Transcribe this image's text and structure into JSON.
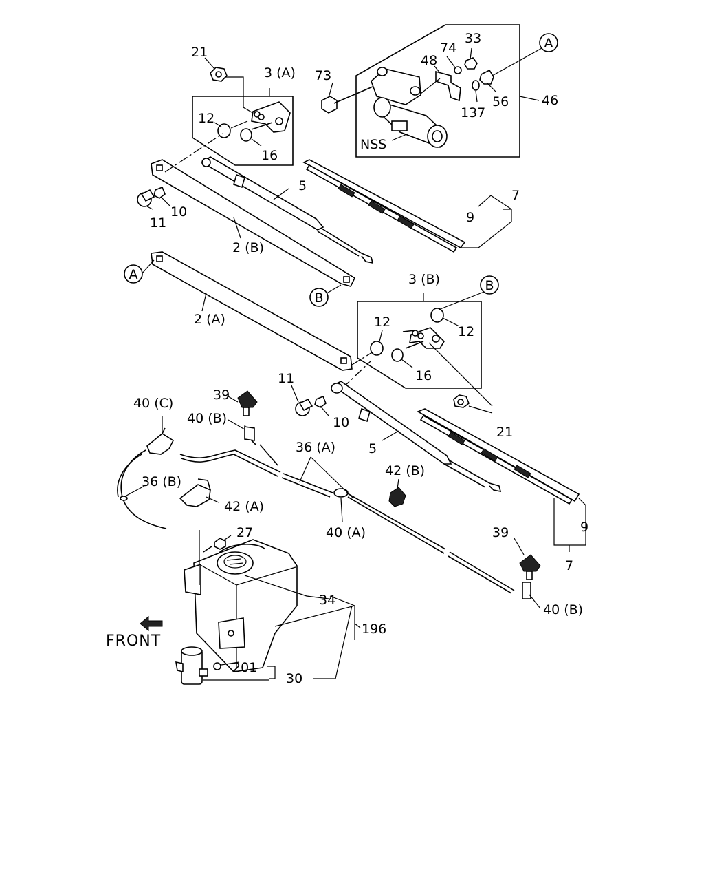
{
  "labels": {
    "l21a": "21",
    "l3a": "3 (A)",
    "l73": "73",
    "l74": "74",
    "l33": "33",
    "l48": "48",
    "l12a": "12",
    "l16a": "16",
    "lnss": "NSS",
    "l56": "56",
    "l137": "137",
    "l46": "46",
    "l5a": "5",
    "l7a": "7",
    "l9a": "9",
    "l11a": "11",
    "l10a": "10",
    "l2b": "2 (B)",
    "l2a": "2 (A)",
    "l3b": "3 (B)",
    "l12b": "12",
    "l12c": "12",
    "l16b": "16",
    "l11b": "11",
    "l10b": "10",
    "l39a": "39",
    "l40c": "40 (C)",
    "l40ba": "40 (B)",
    "l21b": "21",
    "l5b": "5",
    "l36a": "36 (A)",
    "l42b": "42 (B)",
    "l36b": "36 (B)",
    "l42a": "42 (A)",
    "l40a": "40 (A)",
    "l27": "27",
    "l39b": "39",
    "l9b": "9",
    "l7b": "7",
    "l34": "34",
    "l40bb": "40 (B)",
    "l196": "196",
    "lfront": "FRONT",
    "l201": "201",
    "l30": "30"
  },
  "refs": {
    "A": "A",
    "B": "B"
  }
}
